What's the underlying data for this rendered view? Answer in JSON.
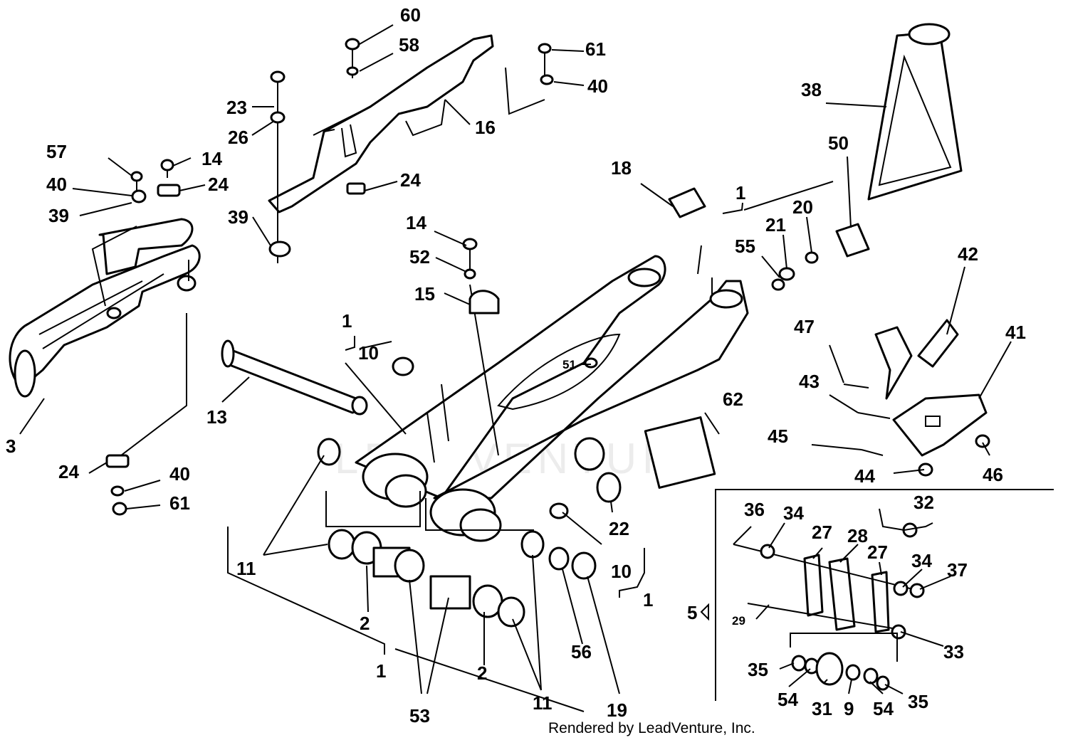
{
  "watermark": "LEADVENTURE",
  "credit": "Rendered by LeadVenture, Inc.",
  "callouts": {
    "c60": "60",
    "c58": "58",
    "c61a": "61",
    "c40a": "40",
    "c23": "23",
    "c26": "26",
    "c16": "16",
    "c57": "57",
    "c14a": "14",
    "c40b": "40",
    "c24a": "24",
    "c39a": "39",
    "c24b": "24",
    "c39b": "39",
    "c38": "38",
    "c18": "18",
    "c50": "50",
    "c1a": "1",
    "c55": "55",
    "c21": "21",
    "c20": "20",
    "c14b": "14",
    "c52": "52",
    "c15": "15",
    "c1b": "1",
    "c10a": "10",
    "c51": "51",
    "c13": "13",
    "c3": "3",
    "c42": "42",
    "c47": "47",
    "c41": "41",
    "c43": "43",
    "c45": "45",
    "c62": "62",
    "c44": "44",
    "c46": "46",
    "c24c": "24",
    "c40c": "40",
    "c61b": "61",
    "c11a": "11",
    "c22": "22",
    "c10b": "10",
    "c1c": "1",
    "c2a": "2",
    "c2b": "2",
    "c56": "56",
    "c1d": "1",
    "c53": "53",
    "c11b": "11",
    "c19": "19",
    "c36": "36",
    "c34a": "34",
    "c32": "32",
    "c28": "28",
    "c27a": "27",
    "c27b": "27",
    "c34b": "34",
    "c37": "37",
    "c5": "5",
    "c29": "29",
    "c33": "33",
    "c35a": "35",
    "c54a": "54",
    "c31": "31",
    "c9": "9",
    "c54b": "54",
    "c35b": "35"
  }
}
